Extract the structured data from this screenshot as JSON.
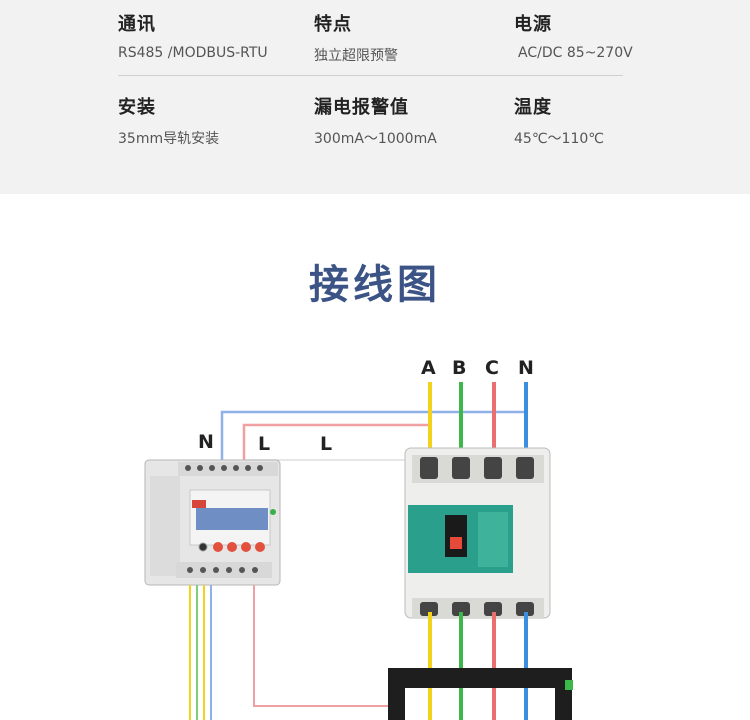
{
  "specs": [
    {
      "label": "通讯",
      "value": "RS485 /MODBUS-RTU"
    },
    {
      "label": "特点",
      "value": "独立超限预警"
    },
    {
      "label": "电源",
      "value": "AC/DC 85~270V"
    },
    {
      "label": "安装",
      "value": "35mm导轨安装"
    },
    {
      "label": "漏电报警值",
      "value": "300mA～1000mA"
    },
    {
      "label": "温度",
      "value": "45℃～110℃"
    }
  ],
  "section_title": "接线图",
  "wiring": {
    "phase_labels": [
      "A",
      "B",
      "C",
      "N"
    ],
    "meter_labels": [
      "N",
      "L",
      "L"
    ],
    "wire_colors": {
      "A": "#f2d21a",
      "B": "#3cb84a",
      "C": "#ec6f6f",
      "N": "#3a8fe0",
      "neutral_loop": "#8fb0e8",
      "live_loop": "#f0a0a0"
    }
  }
}
